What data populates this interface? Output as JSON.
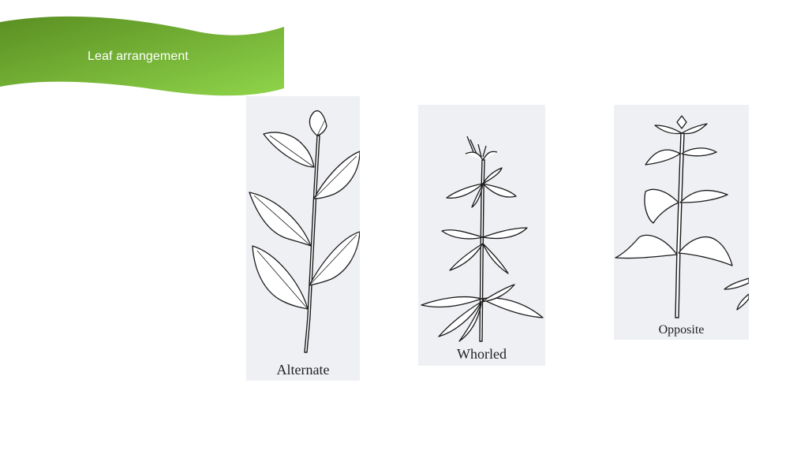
{
  "slide": {
    "title": "Leaf arrangement",
    "banner_colors": {
      "dark": "#5a8f22",
      "light": "#8fd44a"
    }
  },
  "panels": [
    {
      "id": "alternate",
      "label": "Alternate"
    },
    {
      "id": "whorled",
      "label": "Whorled"
    },
    {
      "id": "opposite",
      "label": "Opposite"
    }
  ]
}
